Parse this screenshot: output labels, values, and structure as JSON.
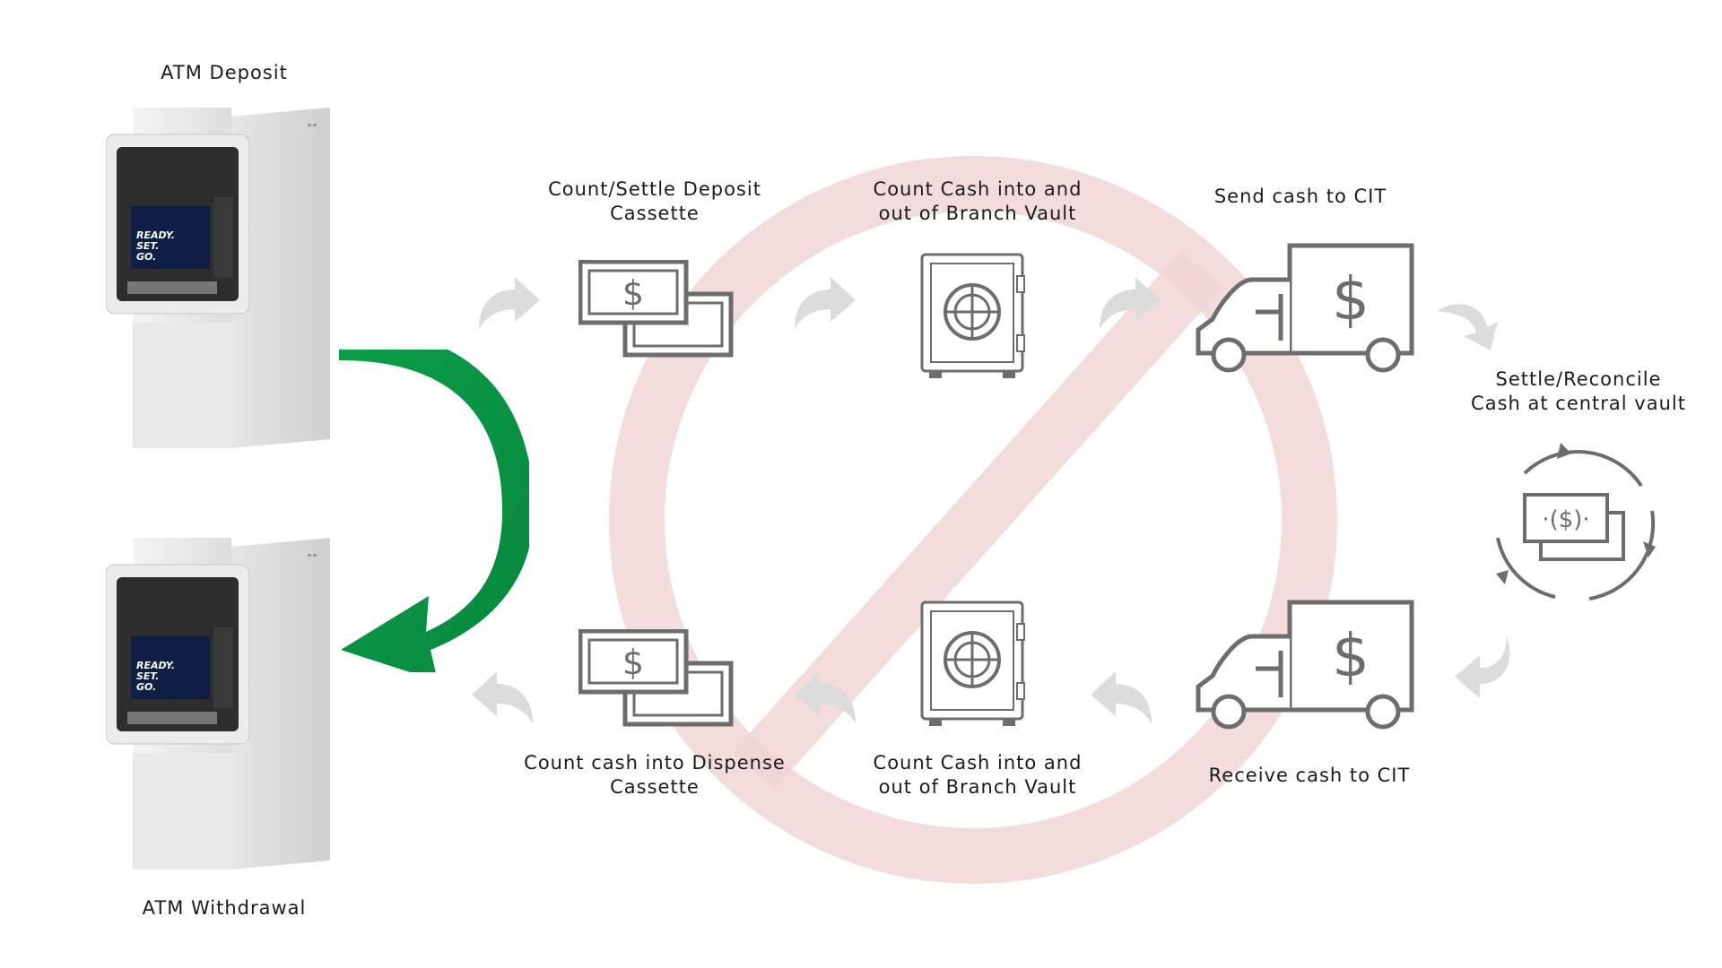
{
  "atm_deposit": {
    "label": "ATM Deposit",
    "screen_lines": [
      "READY.",
      "SET.",
      "GO."
    ]
  },
  "atm_withdrawal": {
    "label": "ATM Withdrawal",
    "screen_lines": [
      "READY.",
      "SET.",
      "GO."
    ]
  },
  "steps_top": [
    {
      "label": "Count/Settle Deposit\nCassette",
      "icon": "cash-bills-icon"
    },
    {
      "label": "Count Cash into and\nout of Branch Vault",
      "icon": "vault-safe-icon"
    },
    {
      "label": "Send cash to CIT",
      "icon": "cash-truck-icon"
    }
  ],
  "central_step": {
    "label": "Settle/Reconcile\nCash at central vault",
    "icon": "cash-cycle-icon",
    "symbol": "·($)·"
  },
  "steps_bottom": [
    {
      "label": "Count cash into  Dispense\nCassette",
      "icon": "cash-bills-icon"
    },
    {
      "label": "Count Cash into and\nout of Branch Vault",
      "icon": "vault-safe-icon"
    },
    {
      "label": "Receive cash to CIT",
      "icon": "cash-truck-icon"
    }
  ],
  "bill_symbol": "$",
  "colors": {
    "green_arrow": "#0aa04a",
    "green_arrow_dark": "#07863d",
    "prohibition": "#f0d6d6",
    "icon_stroke": "#6d6d6d",
    "flow_arrow": "#dcdcdc"
  }
}
